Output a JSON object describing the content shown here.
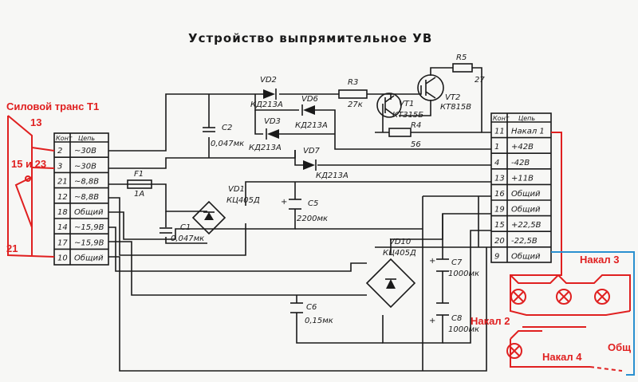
{
  "title": "Устройство выпрямительное УВ",
  "left_connector": {
    "header_pin": "Конт",
    "header_net": "Цепь",
    "rows": [
      {
        "pin": "2",
        "net": "~30В"
      },
      {
        "pin": "3",
        "net": "~30В"
      },
      {
        "pin": "21",
        "net": "~8,8В"
      },
      {
        "pin": "12",
        "net": "~8,8В"
      },
      {
        "pin": "18",
        "net": "Общий"
      },
      {
        "pin": "14",
        "net": "~15,9В"
      },
      {
        "pin": "17",
        "net": "~15,9В"
      },
      {
        "pin": "10",
        "net": "Общий"
      }
    ]
  },
  "right_connector": {
    "header_pin": "Конт",
    "header_net": "Цепь",
    "rows": [
      {
        "pin": "11",
        "net": "Накал 1"
      },
      {
        "pin": "1",
        "net": "+42В"
      },
      {
        "pin": "4",
        "net": "-42В"
      },
      {
        "pin": "13",
        "net": "+11В"
      },
      {
        "pin": "16",
        "net": "Общий"
      },
      {
        "pin": "19",
        "net": "Общий"
      },
      {
        "pin": "15",
        "net": "+22,5В"
      },
      {
        "pin": "20",
        "net": "-22,5В"
      },
      {
        "pin": "9",
        "net": "Общий"
      }
    ]
  },
  "components": {
    "vd2": {
      "ref": "VD2",
      "type": "КД213А"
    },
    "vd6": {
      "ref": "VD6",
      "type": "КД213А"
    },
    "vd3": {
      "ref": "VD3",
      "type": "КД213А"
    },
    "vd7": {
      "ref": "VD7",
      "type": "КД213А"
    },
    "r3": {
      "ref": "R3",
      "value": "27к"
    },
    "r4": {
      "ref": "R4",
      "value": "56"
    },
    "r5": {
      "ref": "R5",
      "value": "27"
    },
    "vt1": {
      "ref": "VT1",
      "type": "КТ315Б"
    },
    "vt2": {
      "ref": "VT2",
      "type": "КТ815В"
    },
    "c2": {
      "ref": "C2",
      "value": "0,047мк"
    },
    "c1": {
      "ref": "C1",
      "value": "0,047мк"
    },
    "c5": {
      "ref": "C5",
      "value": "2200мк"
    },
    "c6": {
      "ref": "C6",
      "value": "0,15мк"
    },
    "c7": {
      "ref": "C7",
      "value": "1000мк"
    },
    "c8": {
      "ref": "C8",
      "value": "1000мк"
    },
    "f1": {
      "ref": "F1",
      "value": "1А"
    },
    "vd1": {
      "ref": "VD1",
      "type": "КЦ405Д"
    },
    "vd10": {
      "ref": "VD10",
      "type": "КЦ405Д"
    }
  },
  "annotations": {
    "transformer": "Силовой транс Т1",
    "pin13": "13",
    "pins15_23": "15 и 23",
    "pin21": "21",
    "nakal3": "Накал 3",
    "nakal2": "Накал 2",
    "nakal4": "Накал 4",
    "obsh": "Общ"
  },
  "colors": {
    "ink": "#1a1a1a",
    "annotation_red": "#e02020",
    "annotation_blue": "#2a90d0",
    "paper": "#f7f7f5"
  }
}
